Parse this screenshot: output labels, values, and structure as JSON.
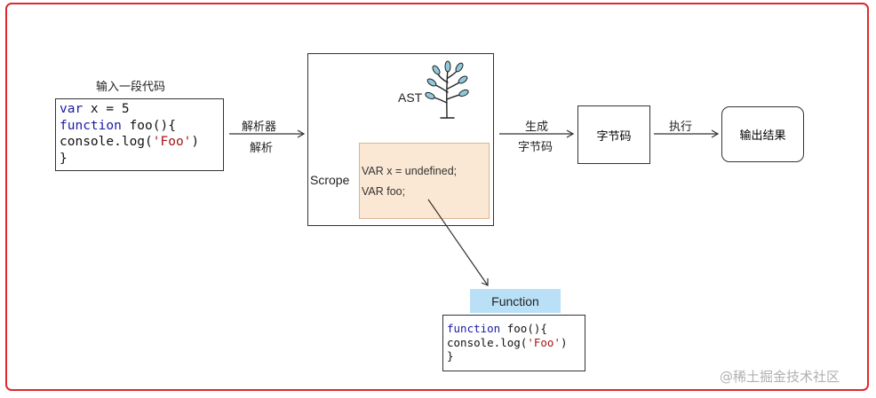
{
  "input": {
    "title": "输入一段代码",
    "code": [
      {
        "kw": "var",
        "rest": " x = 5"
      },
      {
        "kw": "function",
        "rest": " foo(){"
      },
      {
        "pre": "console.log(",
        "str": "'Foo'",
        "post": ")"
      },
      {
        "pre": "}"
      }
    ]
  },
  "arrow1": {
    "top": "解析器",
    "bottom": "解析"
  },
  "ast": {
    "label": "AST",
    "scope_label": "Scrope",
    "scope_lines": [
      "VAR x = undefined;",
      "VAR foo;"
    ]
  },
  "arrow2": {
    "top": "生成",
    "bottom": "字节码"
  },
  "bytecode": {
    "label": "字节码"
  },
  "arrow3": {
    "top": "执行"
  },
  "output": {
    "label": "输出结果"
  },
  "function": {
    "tag": "Function",
    "code": [
      {
        "kw": "function",
        "rest": " foo(){"
      },
      {
        "pre": "console.log(",
        "str": "'Foo'",
        "post": ")"
      },
      {
        "pre": "}"
      }
    ]
  },
  "watermark": "@稀土掘金技术社区",
  "colors": {
    "border": "#e0282c",
    "scope_bg": "#fbe8d4",
    "function_tag_bg": "#b9e0f7",
    "keyword": "#1a1aa6",
    "string": "#a31515"
  },
  "icons": [
    "tree-icon"
  ]
}
